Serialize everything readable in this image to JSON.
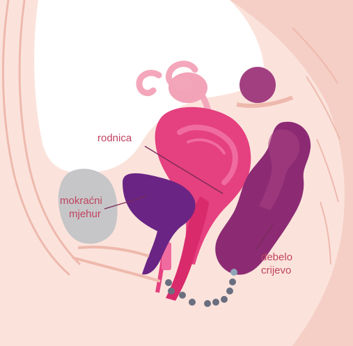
{
  "labels": {
    "bladder_line1": "mokraćni",
    "bladder_line2": "mjehur",
    "vagina": "rodnica",
    "colon_line1": "debelo",
    "colon_line2": "crijevo"
  },
  "colors": {
    "background": "#ffffff",
    "skin": "#fbe3dc",
    "skin_dark": "#f5cfc5",
    "outline": "#eeb9ad",
    "cavity": "#ffffff",
    "pubic_bone": "#c6c6c8",
    "bladder": "#6a2484",
    "uterus": "#e5407f",
    "uterus_inner": "#f06ba0",
    "vaginal_canal": "#d92a6b",
    "colon": "#8c2b74",
    "colon_light": "#a8417f",
    "ovary": "#f3a3b8",
    "fallopian_tube": "#f4a7bb",
    "rectum_ball": "#a23f80",
    "pelvic_floor_beads": "#6a6f80",
    "label_text": "#c0435f",
    "leader_line": "#7a2a58"
  },
  "icons": {
    "pelvic_floor": "bead-chain-icon"
  }
}
